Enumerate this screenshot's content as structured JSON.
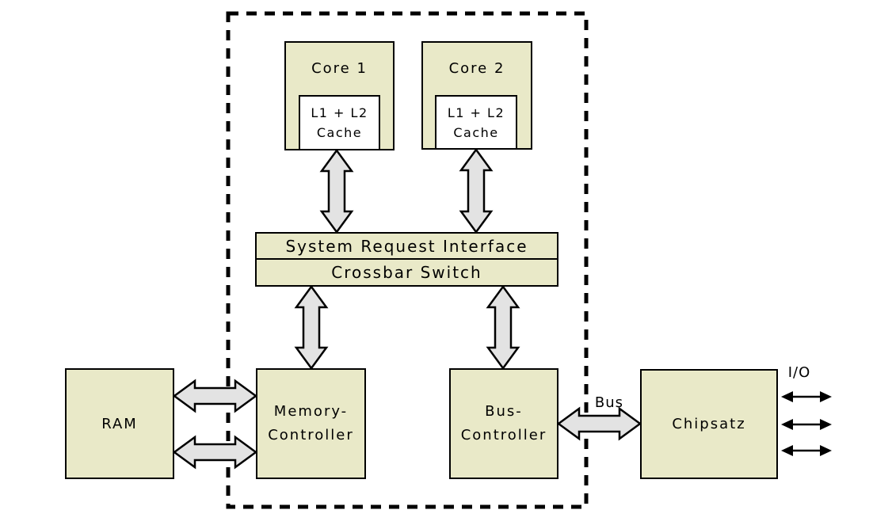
{
  "diagram": {
    "type": "block-diagram",
    "subject": "dual-core CPU architecture",
    "nodes": {
      "core1": "Core 1",
      "core2": "Core 2",
      "cache1": "L1 + L2\nCache",
      "cache2": "L1 + L2\nCache",
      "sri": "System Request Interface",
      "crossbar": "Crossbar Switch",
      "ram": "RAM",
      "memory_controller": "Memory-\nController",
      "bus_controller": "Bus-\nController",
      "chipset": "Chipsatz"
    },
    "edge_labels": {
      "bus": "Bus",
      "io": "I/O"
    },
    "connections": [
      {
        "from": "core1",
        "to": "sri",
        "style": "block-double-arrow",
        "direction": "bidirectional"
      },
      {
        "from": "core2",
        "to": "sri",
        "style": "block-double-arrow",
        "direction": "bidirectional"
      },
      {
        "from": "crossbar",
        "to": "memory_controller",
        "style": "block-double-arrow",
        "direction": "bidirectional"
      },
      {
        "from": "crossbar",
        "to": "bus_controller",
        "style": "block-double-arrow",
        "direction": "bidirectional"
      },
      {
        "from": "ram",
        "to": "memory_controller",
        "style": "block-double-arrow",
        "direction": "bidirectional",
        "count": 2
      },
      {
        "from": "bus_controller",
        "to": "chipset",
        "style": "block-double-arrow",
        "direction": "bidirectional",
        "label": "Bus"
      },
      {
        "from": "chipset",
        "to": "io",
        "style": "thin-double-arrow",
        "direction": "bidirectional",
        "count": 3,
        "label": "I/O"
      }
    ],
    "boundary": "dashed rectangle around CPU die (cores, caches, SRI, crossbar, memory controller, bus controller)",
    "colors": {
      "node_fill": "#e9e9c8",
      "cache_fill": "#ffffff",
      "border": "#000000",
      "arrow_fill": "#e3e3e3",
      "background": "#ffffff"
    }
  }
}
